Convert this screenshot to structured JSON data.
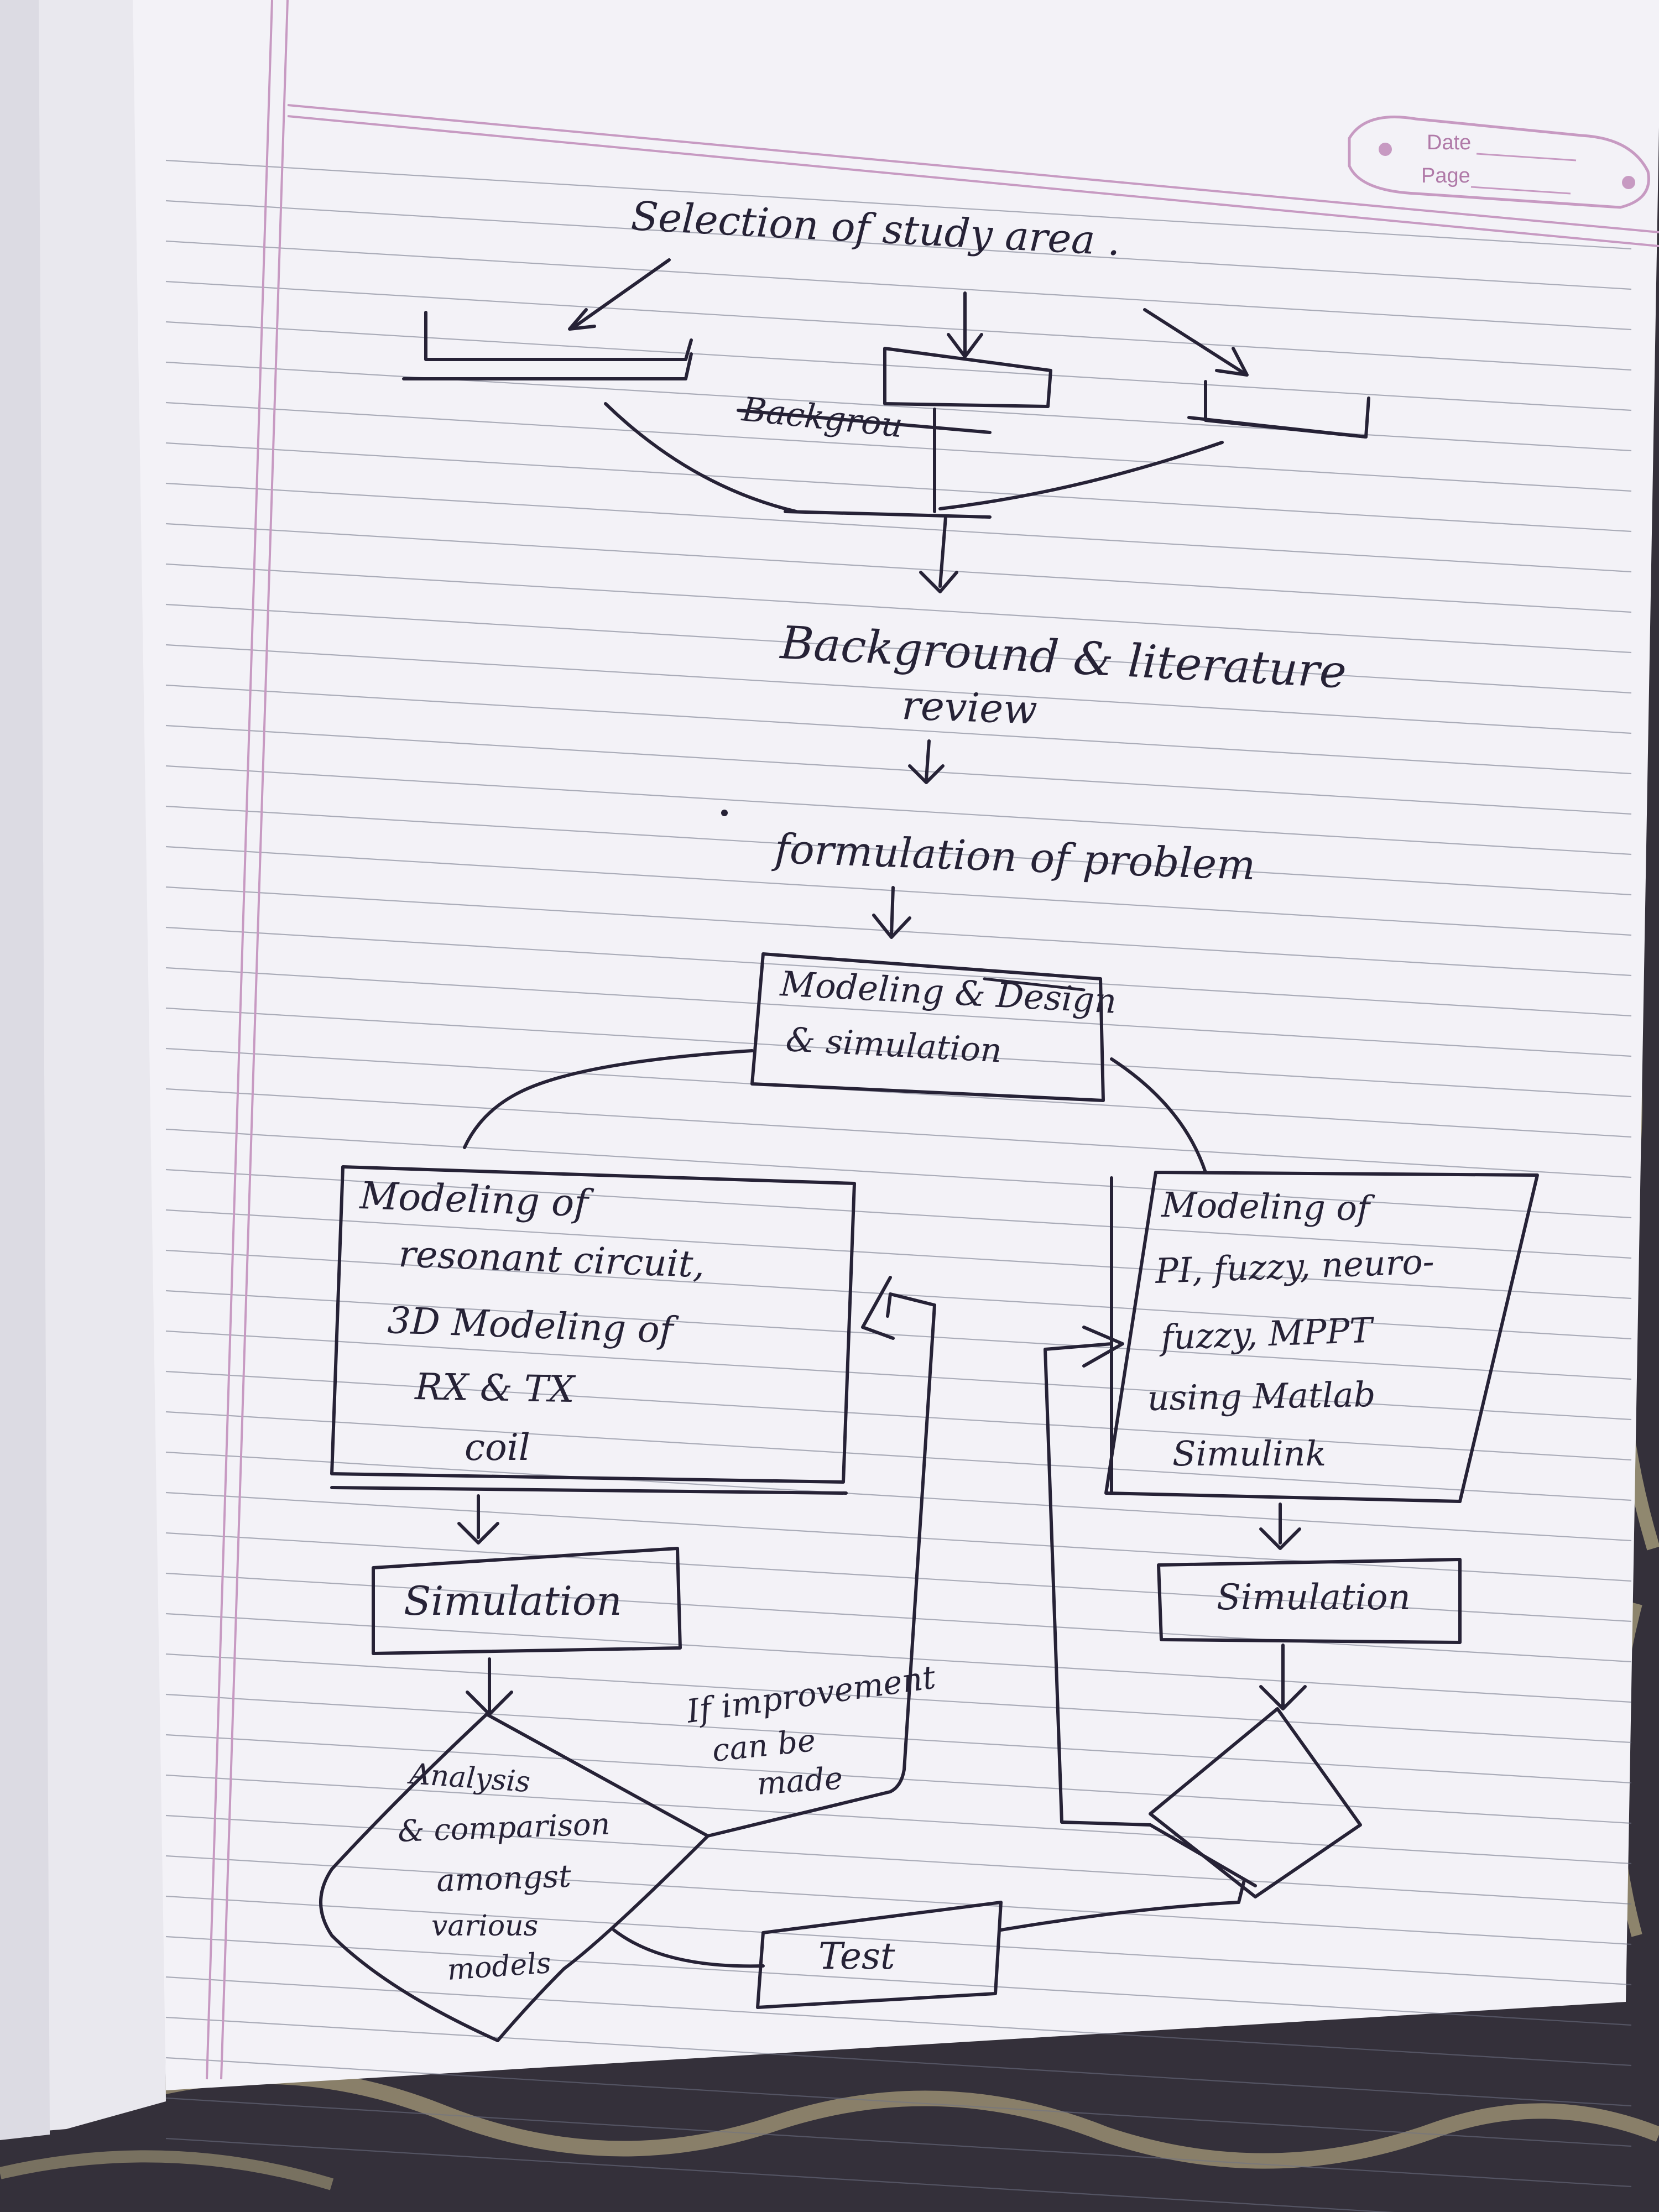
{
  "page_header": {
    "date_label": "Date",
    "page_label": "Page"
  },
  "flowchart": {
    "title": "Selection of study area .",
    "background_scribble": "Backgrou",
    "step_review_line1": "Background & literature",
    "step_review_line2": "review",
    "step_problem": "formulation of problem",
    "step_design_line1": "Modeling & Design",
    "step_design_line2": "& simulation",
    "left_model": [
      "Modeling of",
      "resonant circuit,",
      "3D Modeling of",
      "RX & TX",
      "coil"
    ],
    "right_model": [
      "Modeling of",
      "PI, fuzzy, neuro-",
      "fuzzy, MPPT",
      "using Matlab",
      "Simulink"
    ],
    "left_simulation": "Simulation",
    "right_simulation": "Simulation",
    "analysis_lines": [
      "Analysis",
      "& comparison",
      "amongst",
      "various",
      "models"
    ],
    "improvement_lines": [
      "If improvement",
      "can be",
      "made"
    ],
    "test": "Test"
  },
  "colors": {
    "paper": "#f3f2f7",
    "ink": "#262236",
    "margin": "#c79ac2",
    "rule": "#6f7386",
    "fabric": "#2f2c33"
  }
}
